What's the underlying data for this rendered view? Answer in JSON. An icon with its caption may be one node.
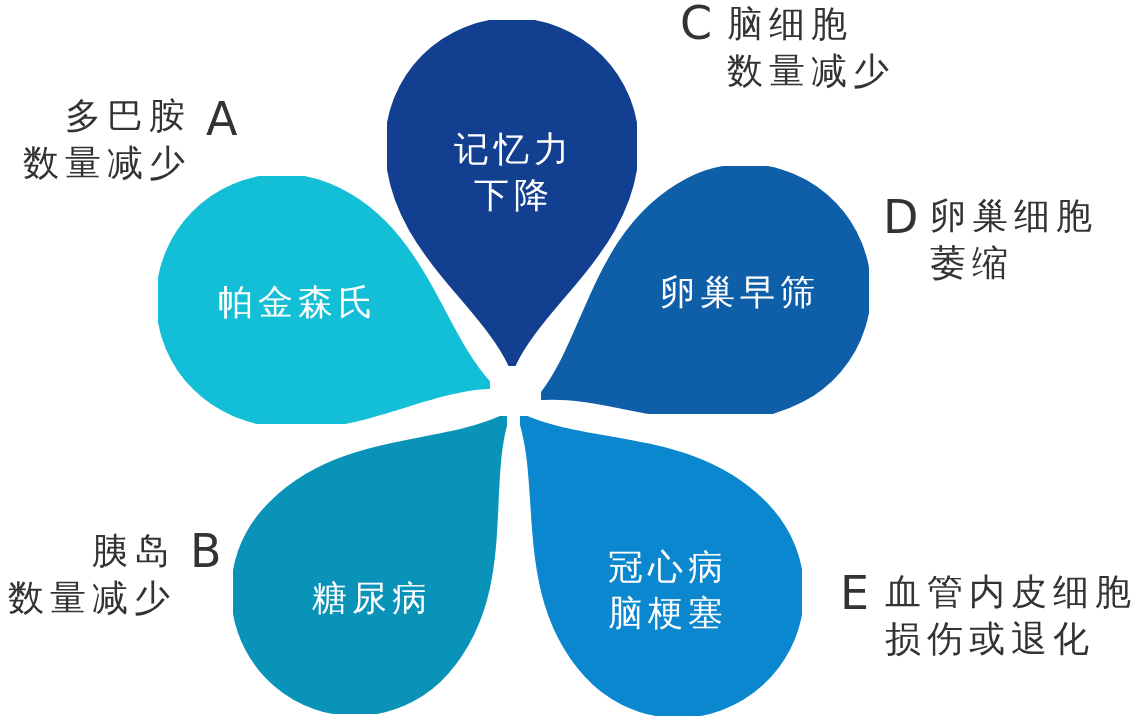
{
  "diagram": {
    "nodes": [
      {
        "text": [
          "帕金森氏"
        ],
        "beside": [
          "多巴胺数量减少",
          "A"
        ]
      },
      {
        "text": [
          "记忆力下降"
        ],
        "beside": [
          "C",
          "脑细胞数量减少"
        ]
      },
      {
        "text": [
          "卵巢早筛"
        ],
        "beside": [
          "D",
          "卵巢细胞萎缩"
        ]
      },
      {
        "text": [
          "糖尿病"
        ],
        "beside": [
          "胰岛数量减少",
          "B"
        ]
      },
      {
        "text": [
          "冠心病脑梗塞"
        ],
        "beside": [
          "E",
          "血管内皮细胞损伤或退化"
        ]
      }
    ]
  }
}
